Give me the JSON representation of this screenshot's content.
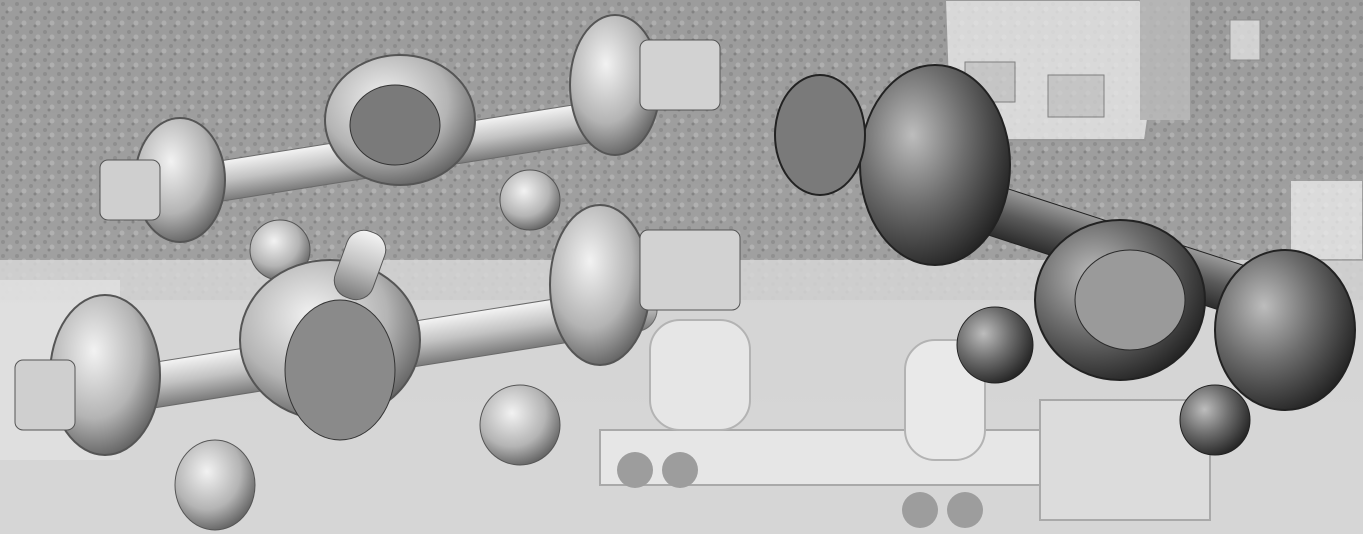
{
  "scene": {
    "palette": {
      "background": "#bdbdbd",
      "metal_light": "#e6e6e6",
      "metal_mid": "#a0a0a0",
      "metal_dark": "#4a4a4a"
    },
    "icons": [
      "tandem-drive-axle",
      "single-drive-axle",
      "building",
      "truck-trailer"
    ]
  }
}
